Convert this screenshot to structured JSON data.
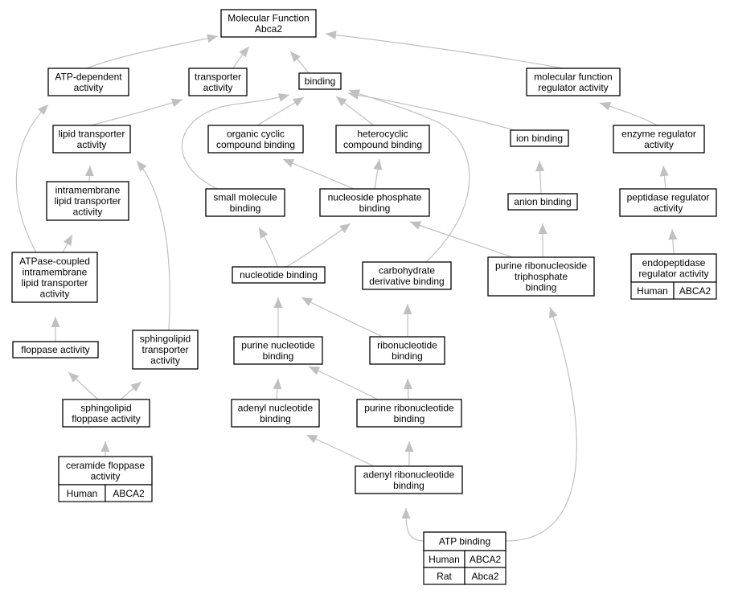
{
  "colors": {
    "human": "#ff6347",
    "rat": "#ffd700",
    "edge": "#c0c0c0",
    "node_border": "#000000"
  },
  "nodes": {
    "mf": [
      "Molecular Function",
      "Abca2"
    ],
    "atp_dep": [
      "ATP-dependent",
      "activity"
    ],
    "transporter": [
      "transporter",
      "activity"
    ],
    "binding": [
      "binding"
    ],
    "mfr": [
      "molecular function",
      "regulator activity"
    ],
    "lipid_tr": [
      "lipid transporter",
      "activity"
    ],
    "org_cyc": [
      "organic cyclic",
      "compound binding"
    ],
    "hetero": [
      "heterocyclic",
      "compound binding"
    ],
    "ion_b": [
      "ion binding"
    ],
    "enz_reg": [
      "enzyme regulator",
      "activity"
    ],
    "intra": [
      "intramembrane",
      "lipid transporter",
      "activity"
    ],
    "small_mol": [
      "small molecule",
      "binding"
    ],
    "nuc_phos": [
      "nucleoside phosphate",
      "binding"
    ],
    "anion": [
      "anion binding"
    ],
    "pept": [
      "peptidase regulator",
      "activity"
    ],
    "atpase": [
      "ATPase-coupled",
      "intramembrane",
      "lipid transporter",
      "activity"
    ],
    "nucleotide": [
      "nucleotide binding"
    ],
    "carb": [
      "carbohydrate",
      "derivative binding"
    ],
    "prnt": [
      "purine ribonucleoside",
      "triphosphate",
      "binding"
    ],
    "endo": [
      "endopeptidase",
      "regulator activity"
    ],
    "flop": [
      "floppase activity"
    ],
    "sphingo_tr": [
      "sphingolipid",
      "transporter",
      "activity"
    ],
    "purine_nuc": [
      "purine nucleotide",
      "binding"
    ],
    "ribonuc": [
      "ribonucleotide",
      "binding"
    ],
    "sph_flop": [
      "sphingolipid",
      "floppase activity"
    ],
    "adenyl_nuc": [
      "adenyl nucleotide",
      "binding"
    ],
    "pur_ribo": [
      "purine ribonucleotide",
      "binding"
    ],
    "ceramide": [
      "ceramide floppase",
      "activity"
    ],
    "adenyl_ribo": [
      "adenyl ribonucleotide",
      "binding"
    ],
    "atp": [
      "ATP binding"
    ]
  },
  "annotations": {
    "endo": [
      {
        "species": "Human",
        "gene": "ABCA2"
      }
    ],
    "ceramide": [
      {
        "species": "Human",
        "gene": "ABCA2"
      }
    ],
    "atp": [
      {
        "species": "Human",
        "gene": "ABCA2"
      },
      {
        "species": "Rat",
        "gene": "Abca2"
      }
    ]
  }
}
